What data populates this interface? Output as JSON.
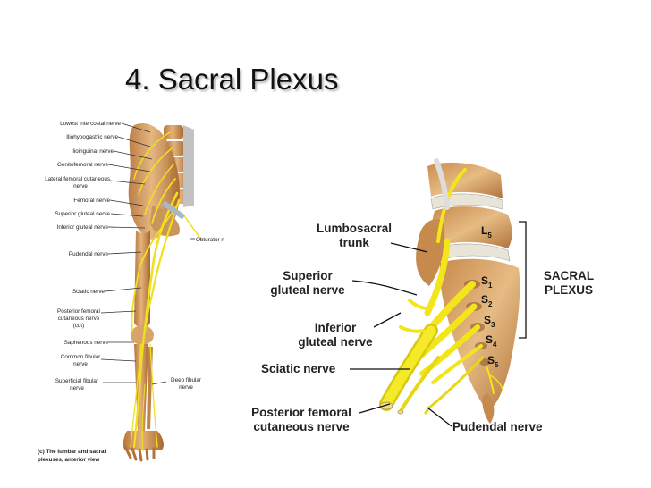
{
  "title": "4. Sacral Plexus",
  "left_figure": {
    "labels": [
      "Lowest intercostal nerve",
      "Iliohypogastric nerve",
      "Ilioinguinal nerve",
      "Genitofemoral nerve",
      "Lateral femoral cutaneous",
      "nerve",
      "Femoral nerve",
      "Superior gluteal nerve",
      "Inferior gluteal nerve",
      "Pudendal nerve",
      "Sciatic nerve",
      "Posterior femoral",
      "cutaneous nerve",
      "(cut)",
      "Saphenous nerve",
      "Common fibular",
      "nerve",
      "Superficial fibular",
      "nerve",
      "Obturator n",
      "Deep fibular",
      "nerve"
    ],
    "caption": [
      "(c) The lumbar and sacral",
      "plexuses, anterior view"
    ]
  },
  "right_figure": {
    "labels": {
      "lumbosacral": [
        "Lumbosacral",
        "trunk"
      ],
      "superior_gluteal": [
        "Superior",
        "gluteal nerve"
      ],
      "inferior_gluteal": [
        "Inferior",
        "gluteal nerve"
      ],
      "sciatic": "Sciatic nerve",
      "posterior_femoral": [
        "Posterior femoral",
        "cutaneous nerve"
      ],
      "pudendal": "Pudendal nerve",
      "sacral_plexus": [
        "SACRAL",
        "PLEXUS"
      ]
    },
    "segments": [
      {
        "letter": "L",
        "sub": "5"
      },
      {
        "letter": "S",
        "sub": "1"
      },
      {
        "letter": "S",
        "sub": "2"
      },
      {
        "letter": "S",
        "sub": "3"
      },
      {
        "letter": "S",
        "sub": "4"
      },
      {
        "letter": "S",
        "sub": "5"
      }
    ]
  },
  "colors": {
    "nerve": "#f2e61a",
    "bone": "#d9a46a",
    "bone_dark": "#a86a32",
    "disc": "#e8e4d8"
  }
}
